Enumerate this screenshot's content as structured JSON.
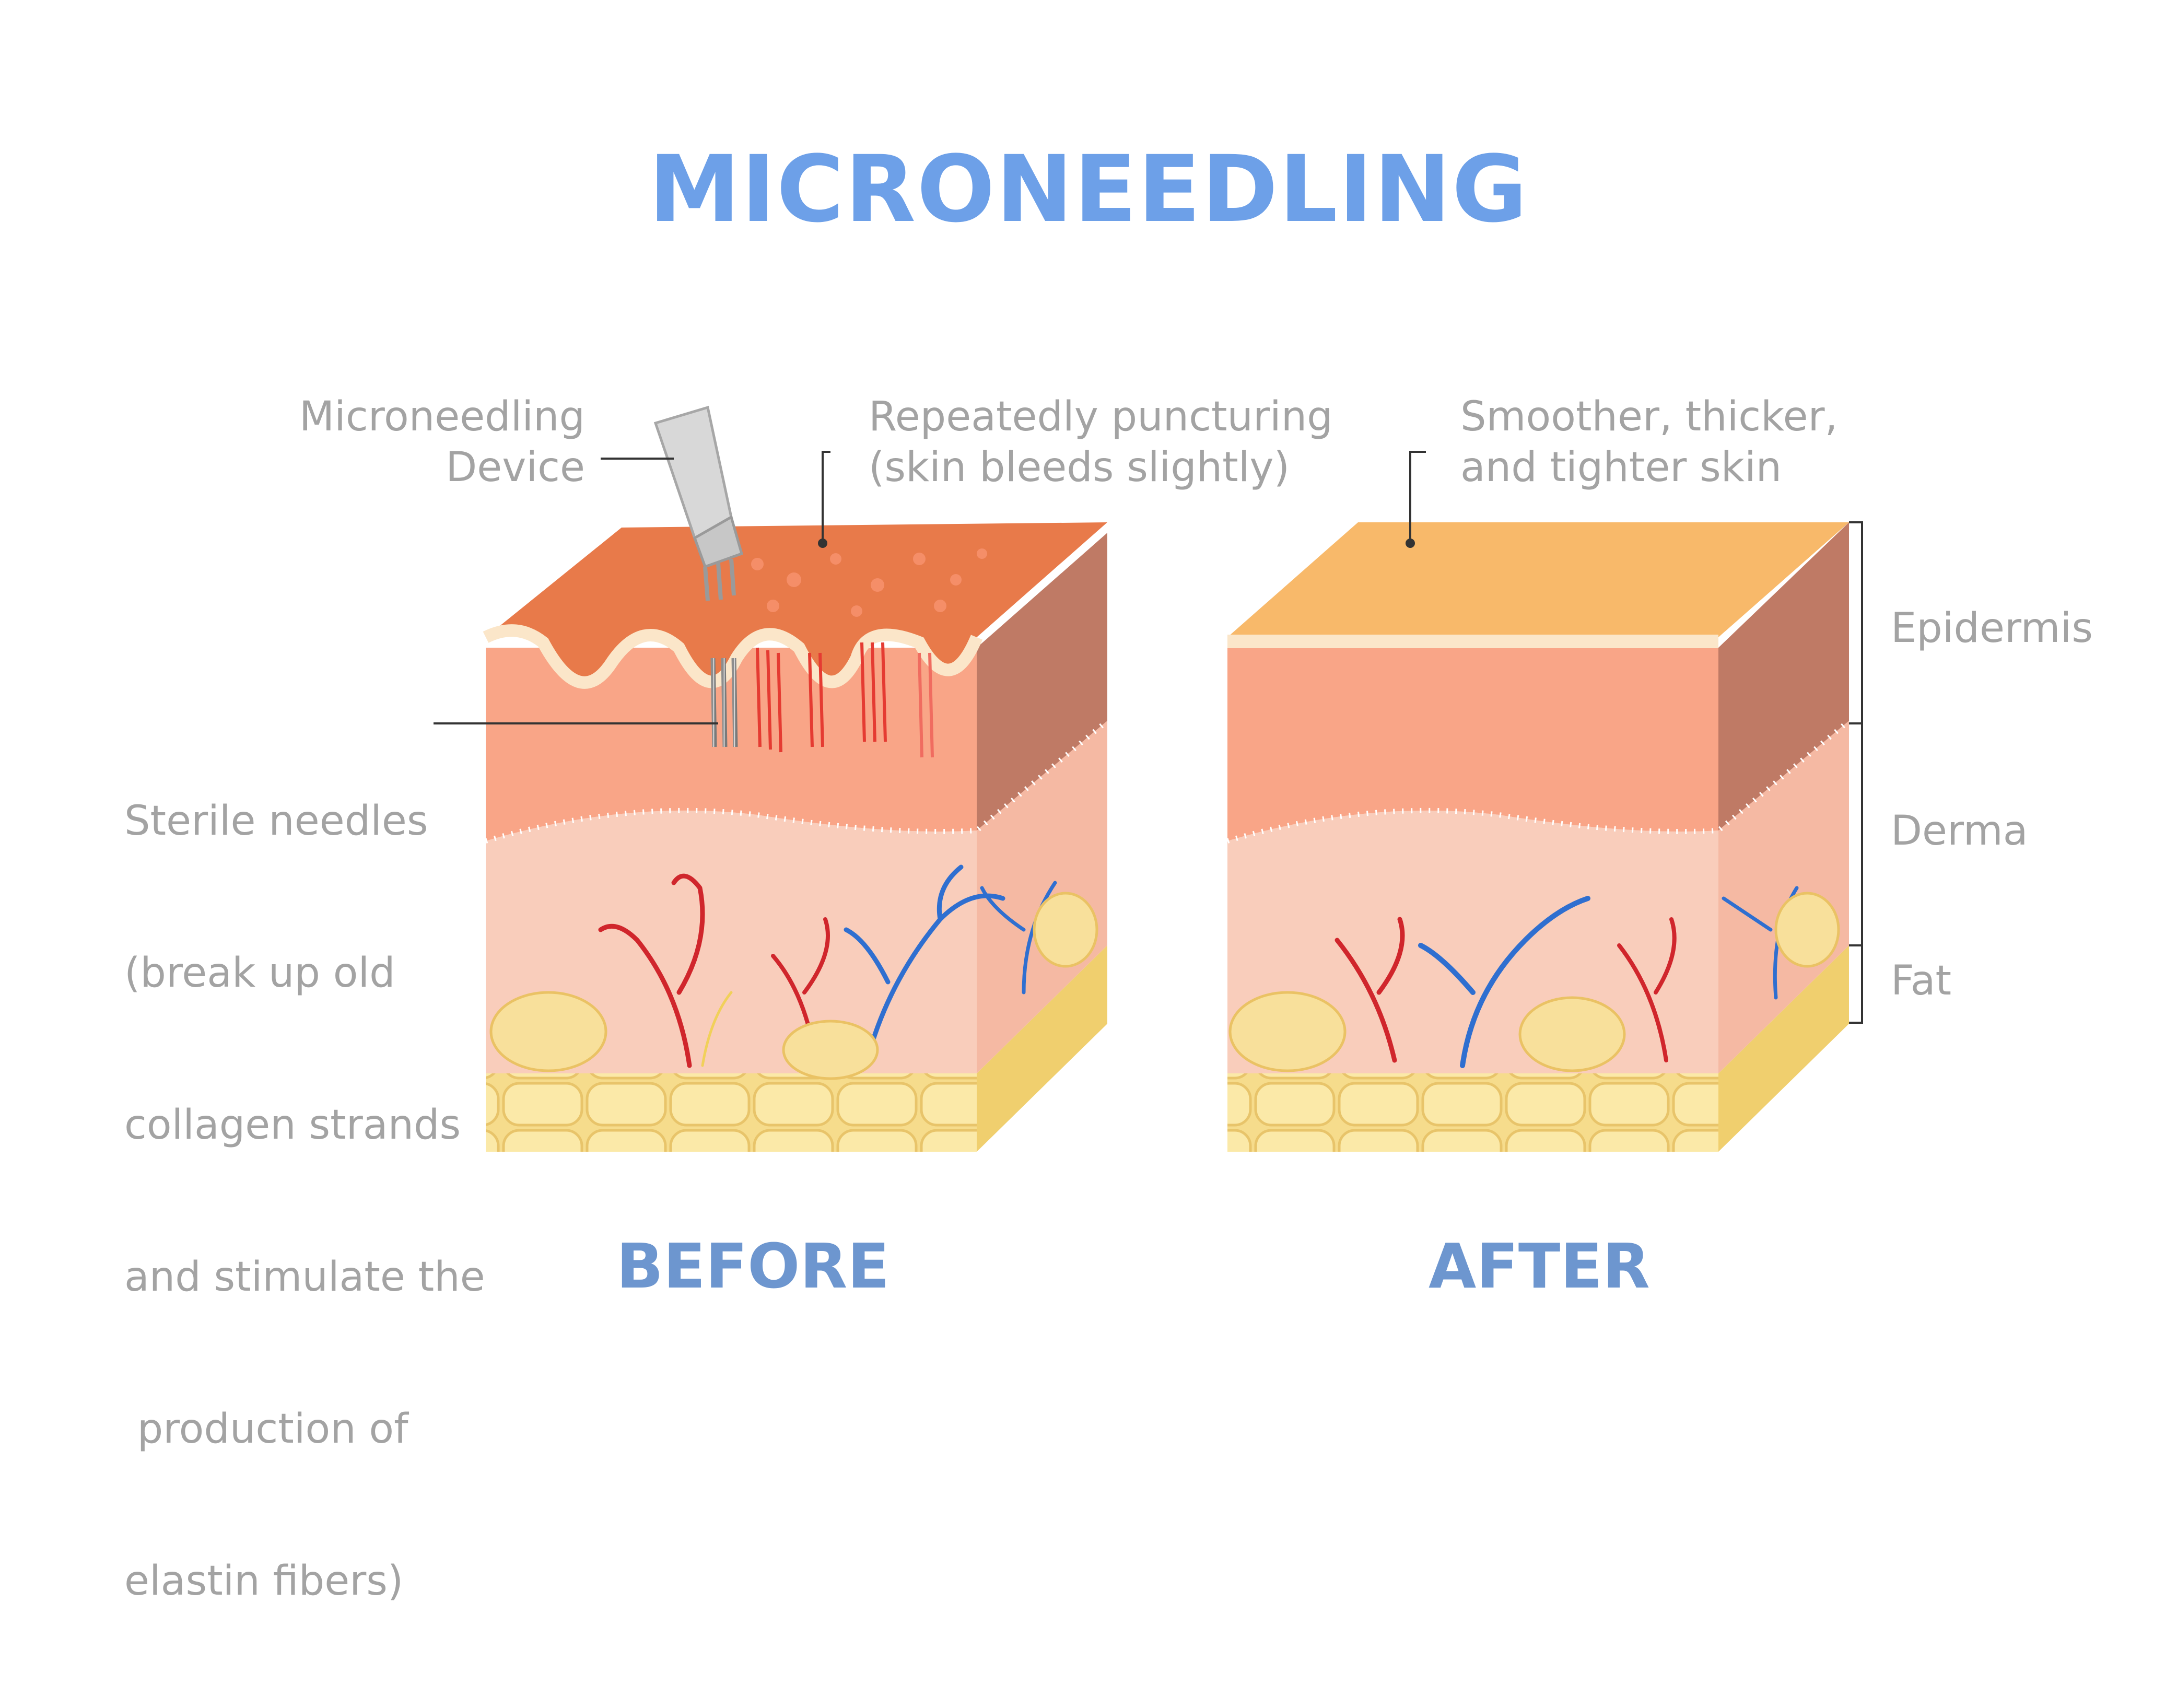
{
  "title": "MICRONEEDLING",
  "labels": {
    "device": [
      "Microneedling",
      "Device"
    ],
    "puncturing": [
      "Repeatedly puncturing",
      "(skin bleeds slightly)"
    ],
    "smoother": [
      "Smoother, thicker,",
      "and tighter skin"
    ],
    "needles": [
      "Sterile needles",
      "(break up old",
      "collagen strands",
      "and stimulate the",
      " production of",
      "elastin fibers)"
    ],
    "epidermis": "Epidermis",
    "derma": "Derma",
    "fat": "Fat"
  },
  "captions": {
    "before": "BEFORE",
    "after": "AFTER"
  },
  "colors": {
    "title": "#6da0e8",
    "caption": "#6d96cf",
    "label": "#a3a3a3",
    "epidermis_top_before": "#e87a4a",
    "epidermis_top_after": "#f8b96a",
    "epidermis_front": "#f9a587",
    "epidermis_side": "#bf7a65",
    "dermis": "#f9cdbb",
    "fat": "#f6dc8c",
    "artery": "#d0262c",
    "vein": "#2f6fd0"
  }
}
